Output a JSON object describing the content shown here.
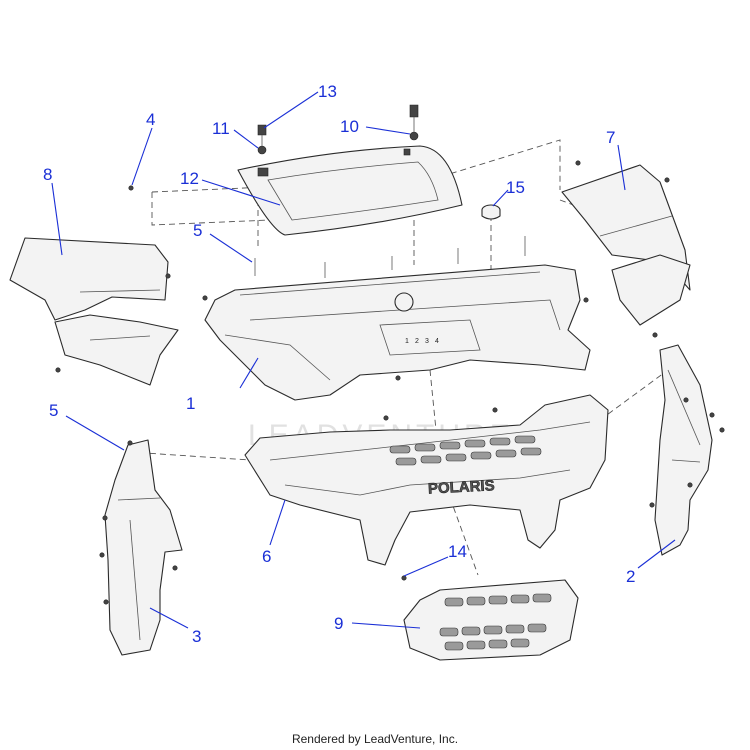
{
  "callouts": [
    {
      "id": "1",
      "label": "1"
    },
    {
      "id": "2",
      "label": "2"
    },
    {
      "id": "3",
      "label": "3"
    },
    {
      "id": "4",
      "label": "4"
    },
    {
      "id": "5a",
      "label": "5"
    },
    {
      "id": "5b",
      "label": "5"
    },
    {
      "id": "6",
      "label": "6"
    },
    {
      "id": "7",
      "label": "7"
    },
    {
      "id": "8",
      "label": "8"
    },
    {
      "id": "9",
      "label": "9"
    },
    {
      "id": "10",
      "label": "10"
    },
    {
      "id": "11",
      "label": "11"
    },
    {
      "id": "12",
      "label": "12"
    },
    {
      "id": "13",
      "label": "13"
    },
    {
      "id": "14",
      "label": "14"
    },
    {
      "id": "15",
      "label": "15"
    }
  ],
  "bumper_brand": "POLARIS",
  "harness_labels": [
    "1",
    "2",
    "3",
    "4"
  ],
  "watermark": "LEADVENTURE",
  "footer": "Rendered by LeadVenture, Inc.",
  "colors": {
    "callout": "#1a2fd6",
    "linework": "#2b2b2b",
    "part_fill": "#f3f3f3"
  }
}
